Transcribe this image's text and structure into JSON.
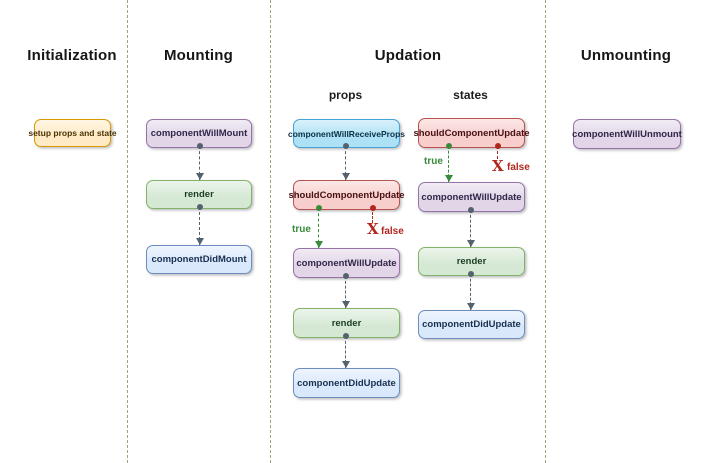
{
  "colors": {
    "orange_fill": "#FFEAC5",
    "orange_border": "#D79B00",
    "purple_fill": "#E1D5E7",
    "purple_border": "#9673A6",
    "green_fill": "#D5E8D4",
    "green_border": "#82B366",
    "blue_fill": "#DAE8FC",
    "blue_border": "#6C8EBF",
    "cyan_fill": "#ADE1F5",
    "cyan_border": "#47A4D9",
    "red_fill": "#F8CECC",
    "red_border": "#B85450",
    "true_green": "#3A8A3A",
    "false_red": "#B3261E",
    "connector_gray": "#54626E",
    "separator": "#A8A179"
  },
  "icons": {
    "false_x": "X"
  },
  "branch_labels": {
    "true": "true",
    "false": "false"
  },
  "columns": {
    "initialization": {
      "title": "Initialization",
      "nodes": {
        "setup": {
          "label": "setup props and state"
        }
      }
    },
    "mounting": {
      "title": "Mounting",
      "nodes": {
        "will_mount": {
          "label": "componentWillMount"
        },
        "render": {
          "label": "render"
        },
        "did_mount": {
          "label": "componentDidMount"
        }
      }
    },
    "updation": {
      "title": "Updation",
      "subcolumns": {
        "props": {
          "title": "props",
          "nodes": {
            "will_receive_props": {
              "label": "componentWillReceiveProps"
            },
            "should_update": {
              "label": "shouldComponentUpdate"
            },
            "will_update": {
              "label": "componentWillUpdate"
            },
            "render": {
              "label": "render"
            },
            "did_update": {
              "label": "componentDidUpdate"
            }
          }
        },
        "states": {
          "title": "states",
          "nodes": {
            "should_update": {
              "label": "shouldComponentUpdate"
            },
            "will_update": {
              "label": "componentWillUpdate"
            },
            "render": {
              "label": "render"
            },
            "did_update": {
              "label": "componentDidUpdate"
            }
          }
        }
      }
    },
    "unmounting": {
      "title": "Unmounting",
      "nodes": {
        "will_unmount": {
          "label": "componentWillUnmount"
        }
      }
    }
  }
}
